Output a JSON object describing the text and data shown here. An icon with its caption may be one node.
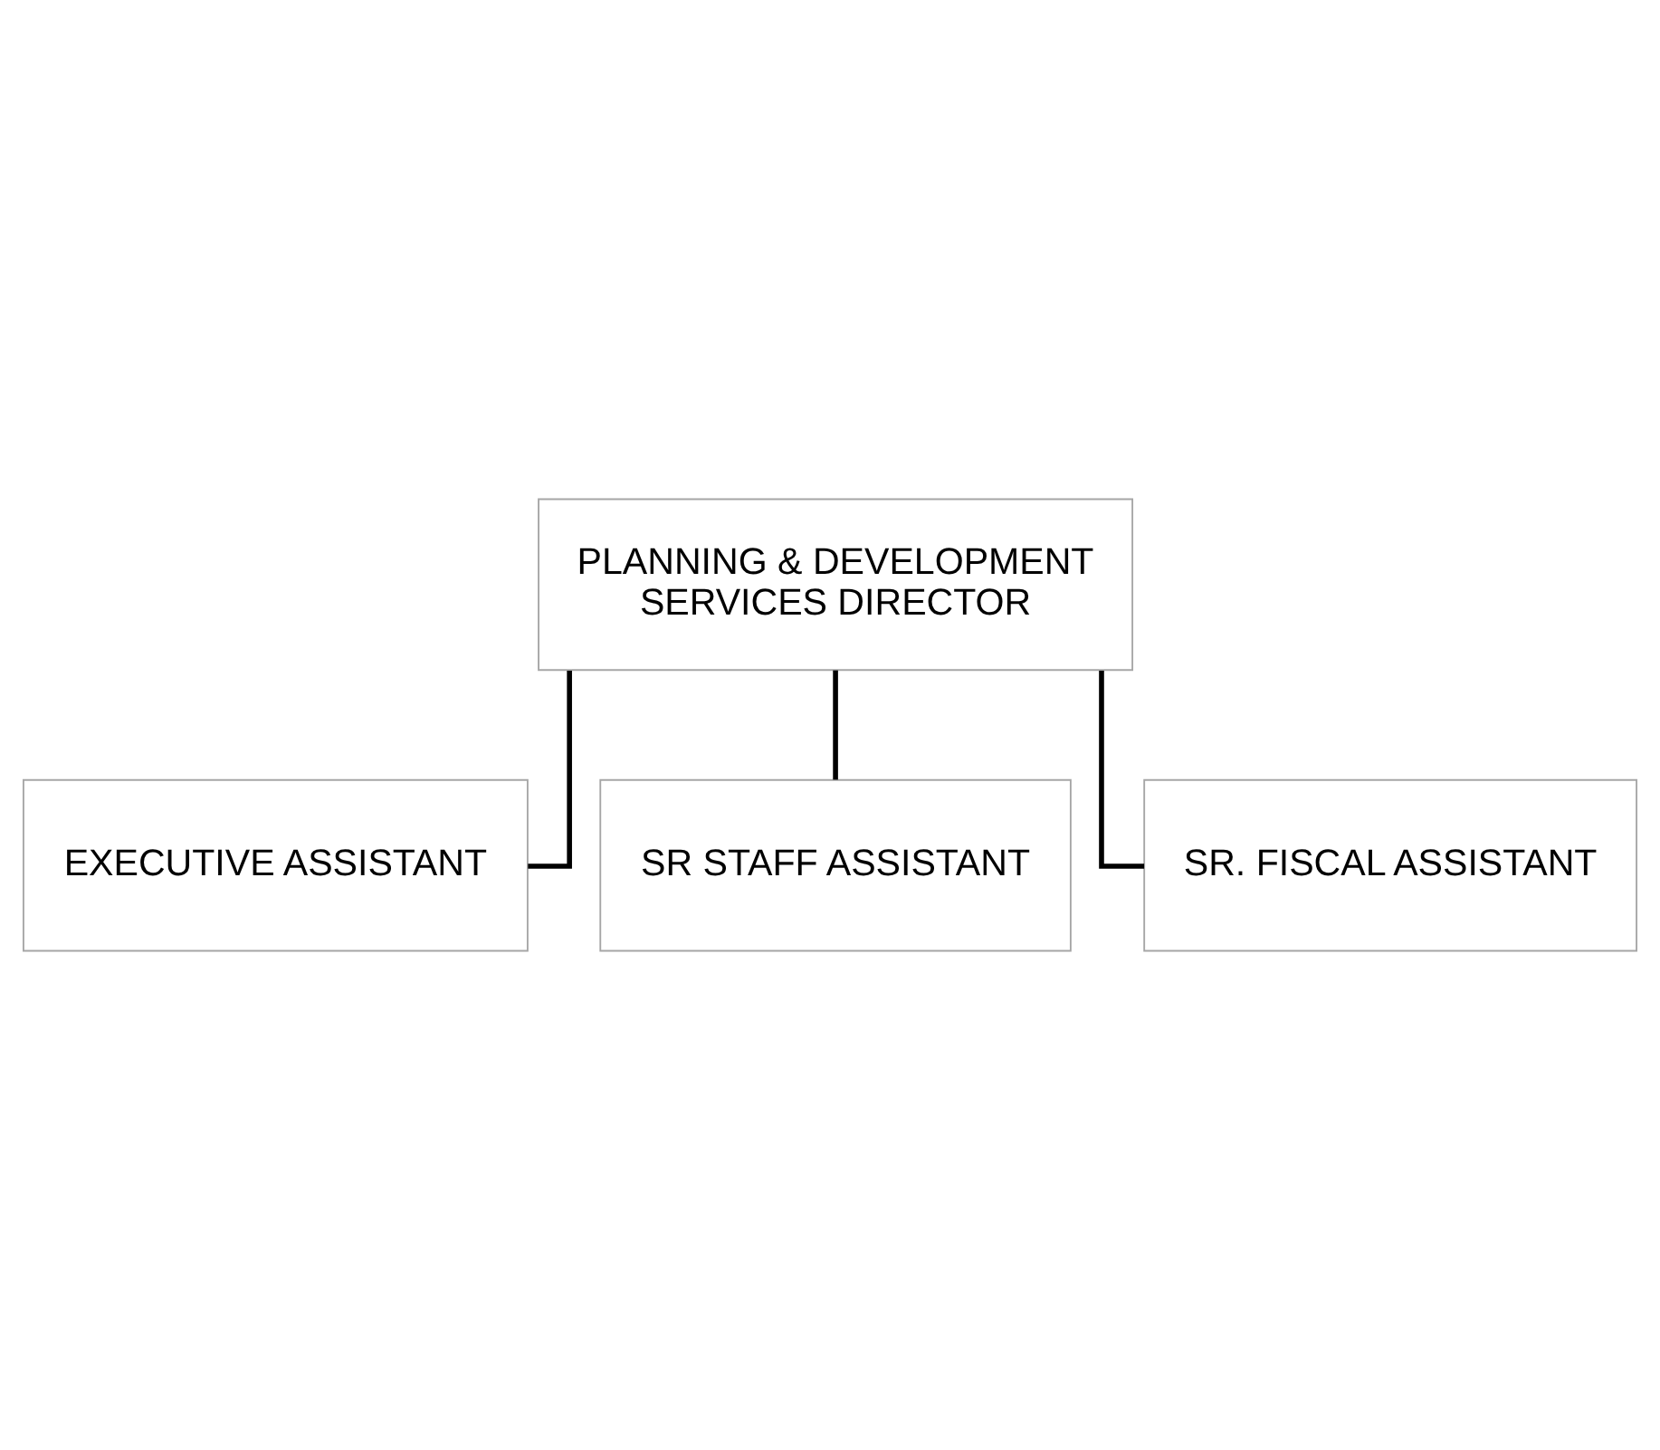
{
  "diagram": {
    "nodes": [
      {
        "text": [
          "PLANNING & DEVELOPMENT SERVICES DIRECTOR"
        ]
      },
      {
        "text": [
          "EXECUTIVE ASSISTANT"
        ]
      },
      {
        "text": [
          "SR STAFF ASSISTANT"
        ]
      },
      {
        "text": [
          "SR. FISCAL ASSISTANT"
        ]
      }
    ],
    "edges": [
      {
        "from": 0,
        "to": 1,
        "arrow": "none"
      },
      {
        "from": 0,
        "to": 2,
        "arrow": "none"
      },
      {
        "from": 0,
        "to": 3,
        "arrow": "none"
      }
    ]
  }
}
